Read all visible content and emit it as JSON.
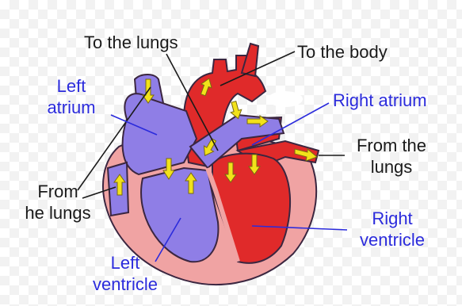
{
  "colors": {
    "oxygenated": "#e02a2a",
    "deoxygenated": "#8f7ee6",
    "wall": "#f0a3a3",
    "outline": "#3b2640",
    "arrow": "#f2e21a",
    "label_blue": "#2b2bdc",
    "label_black": "#1a1a1a"
  },
  "labels": {
    "to_lungs": "To the lungs",
    "to_body": "To the body",
    "left_atrium": [
      "Left",
      "atrium"
    ],
    "right_atrium": "Right atrium",
    "from_lungs_right": [
      "From the",
      "lungs"
    ],
    "from_lungs_left": [
      "From",
      "he lungs"
    ],
    "right_ventricle": [
      "Right",
      "ventricle"
    ],
    "left_ventricle": [
      "Left",
      "ventricle"
    ]
  }
}
